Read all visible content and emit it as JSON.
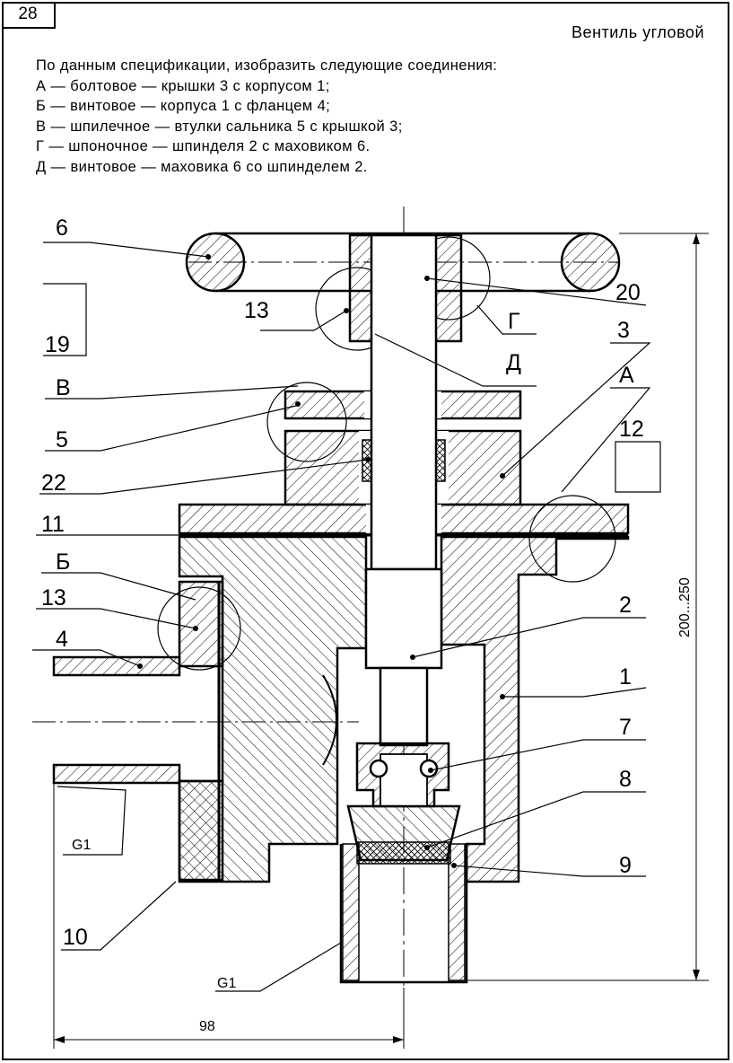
{
  "sheet": {
    "number": "28",
    "title": "Вентиль угловой"
  },
  "task": {
    "intro": "По данным спецификации, изобразить следующие соединения:",
    "lines": [
      "А — болтовое — крышки 3 с корпусом 1;",
      "Б — винтовое — корпуса 1 с фланцем 4;",
      "В — шпилечное — втулки сальника 5 с крышкой 3;",
      "Г — шпоночное — шпинделя 2 с маховиком 6.",
      "Д — винтовое — маховика 6 со шпинделем 2."
    ]
  },
  "labels": {
    "p6": "6",
    "p13_top": "13",
    "p20": "20",
    "p19": "19",
    "letter_g": "Г",
    "p3": "3",
    "letter_d": "Д",
    "letter_v": "В",
    "letter_a": "А",
    "p5": "5",
    "p12": "12",
    "p22": "22",
    "p11": "11",
    "letter_b": "Б",
    "p13_left": "13",
    "p2": "2",
    "p4": "4",
    "p1": "1",
    "p7": "7",
    "p8": "8",
    "g1_left": "G1",
    "p9": "9",
    "p10": "10",
    "g1_bottom": "G1",
    "dim_width": "98",
    "dim_height": "200...250"
  },
  "colors": {
    "ink": "#000000",
    "paper": "#ffffff"
  }
}
